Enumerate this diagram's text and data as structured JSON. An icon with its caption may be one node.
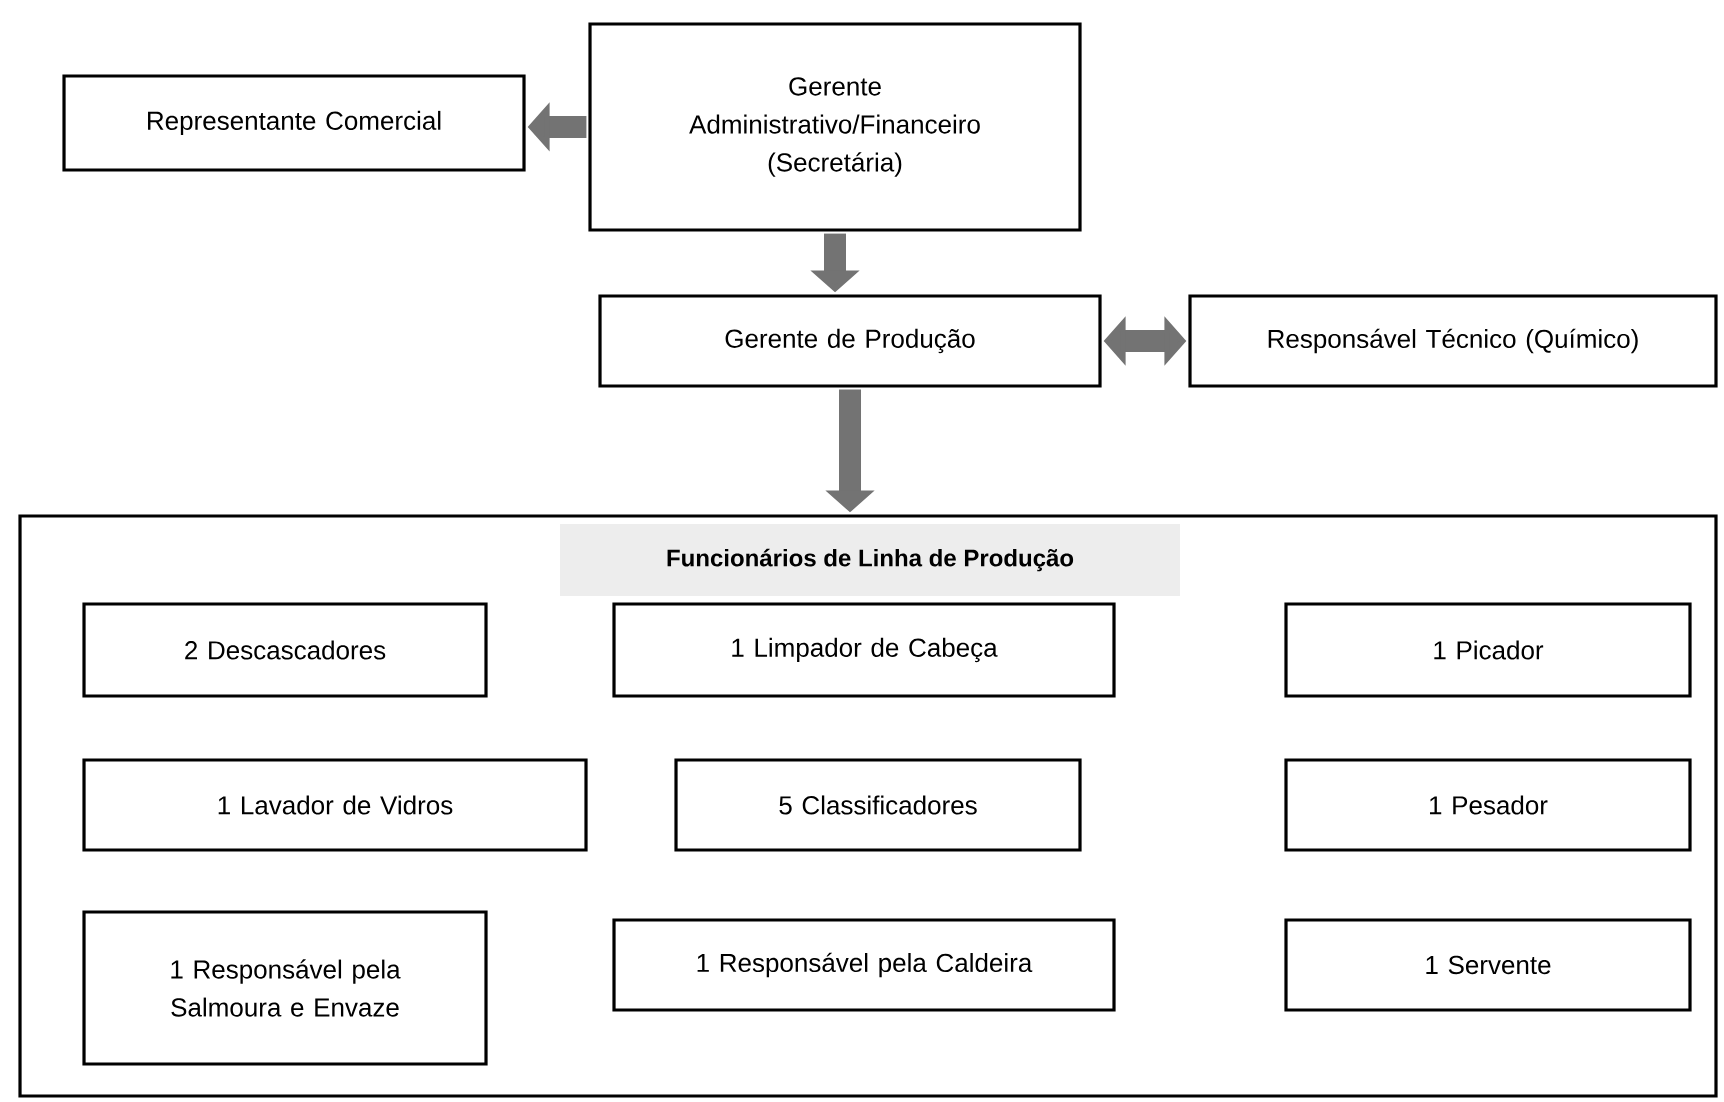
{
  "diagram": {
    "nodes": [
      {
        "text": [
          "Representante Comercial"
        ]
      },
      {
        "text": [
          "Gerente Administrativo/Financeiro (Secretária)"
        ]
      },
      {
        "text": [
          "Gerente de Produção"
        ]
      },
      {
        "text": [
          "Responsável Técnico (Químico)"
        ]
      },
      {
        "text": [
          "Funcionários de Linha de Produção"
        ]
      },
      {
        "text": [
          "2 Descascadores"
        ],
        "in": 4
      },
      {
        "text": [
          "1 Limpador de Cabeça"
        ],
        "in": 4
      },
      {
        "text": [
          "1 Picador"
        ],
        "in": 4
      },
      {
        "text": [
          "1 Lavador de Vidros"
        ],
        "in": 4
      },
      {
        "text": [
          "5 Classificadores"
        ],
        "in": 4
      },
      {
        "text": [
          "1 Pesador"
        ],
        "in": 4
      },
      {
        "text": [
          "1 Responsável pela Salmoura e Envaze"
        ],
        "in": 4
      },
      {
        "text": [
          "1 Responsável pela Caldeira"
        ],
        "in": 4
      },
      {
        "text": [
          "1 Servente"
        ],
        "in": 4
      }
    ],
    "edges": [
      {
        "from": 1,
        "to": 0,
        "arrow": "to"
      },
      {
        "from": 1,
        "to": 2,
        "arrow": "to"
      },
      {
        "from": 2,
        "to": 3,
        "arrow": "both"
      },
      {
        "from": 2,
        "to": 4,
        "arrow": "to"
      }
    ]
  }
}
